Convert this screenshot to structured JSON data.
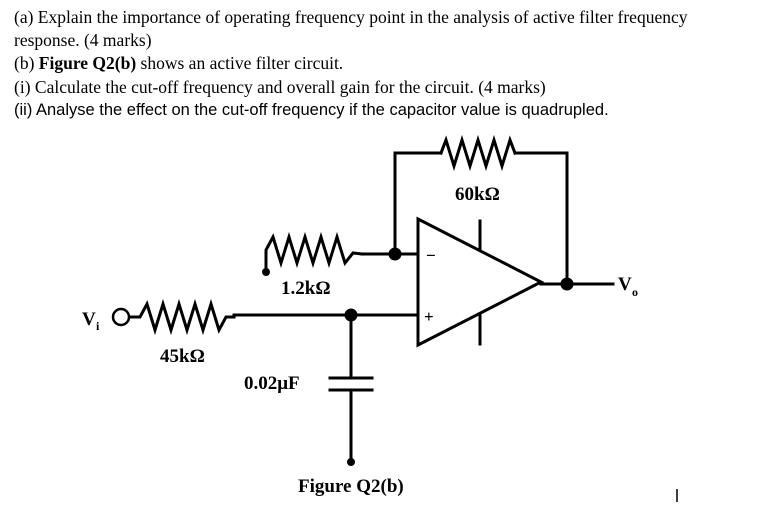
{
  "question": {
    "part_a_line1": "(a) Explain the importance of operating frequency point in the analysis of active filter frequency",
    "part_a_line2": "response.  (4 marks)",
    "part_b_prefix": "(b) ",
    "part_b_figure_ref": "Figure Q2(b)",
    "part_b_suffix": " shows an active filter circuit.",
    "part_b_i": "(i) Calculate the cut-off frequency and overall gain for the circuit. (4 marks)",
    "part_b_ii": "(ii) Analyse the effect on the cut-off frequency if the capacitor value is quadrupled."
  },
  "circuit": {
    "r_feedback": "60kΩ",
    "r_ground": "1.2kΩ",
    "r_input": "45kΩ",
    "capacitor": "0.02μF",
    "input_label": "V",
    "input_sub": "i",
    "output_label": "V",
    "output_sub": "o",
    "minus_sign": "−",
    "plus_sign": "+",
    "caption": "Figure Q2(b)"
  }
}
